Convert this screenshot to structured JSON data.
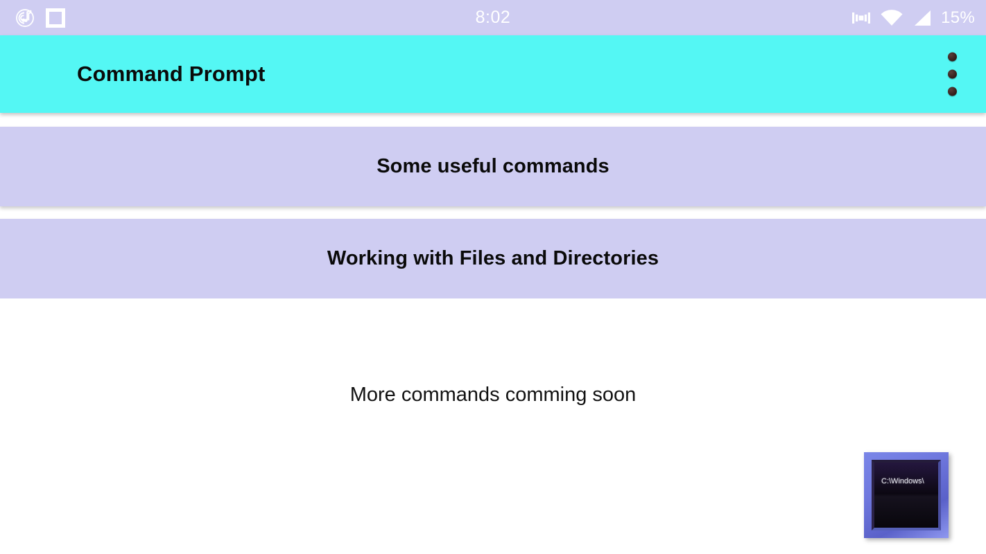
{
  "status_bar": {
    "clock": "8:02",
    "battery_percent": "15%",
    "left_icons": [
      {
        "name": "music-note-vinyl-icon",
        "label": "music-note-vinyl"
      },
      {
        "name": "square-outline-icon",
        "label": "square-outline"
      }
    ],
    "right_icons": [
      {
        "name": "vibrate-icon",
        "label": "vibrate"
      },
      {
        "name": "wifi-icon",
        "label": "wifi"
      },
      {
        "name": "signal-icon",
        "label": "cellular-signal"
      }
    ],
    "background_color": "#CFCDF2",
    "text_color": "#FFFFFF"
  },
  "app_bar": {
    "title": "Command Prompt",
    "background_color": "#54F7F4",
    "title_color": "#0A0A0A",
    "overflow_menu": {
      "name": "overflow-menu-icon",
      "dots": 3
    }
  },
  "cards": [
    {
      "id": "useful-commands",
      "label": "Some useful commands",
      "background_color": "#CFCDF2"
    },
    {
      "id": "files-dirs",
      "label": "Working with Files and Directories",
      "background_color": "#CFCDF2"
    }
  ],
  "body": {
    "coming_soon_text": "More commands comming soon",
    "background_color": "#FFFFFF",
    "text_color": "#111111"
  },
  "cmd_icon": {
    "name": "command-prompt-icon",
    "path_text": "C:\\Windows\\",
    "frame_color": "#6F78DE",
    "screen_color": "#0B0810"
  }
}
